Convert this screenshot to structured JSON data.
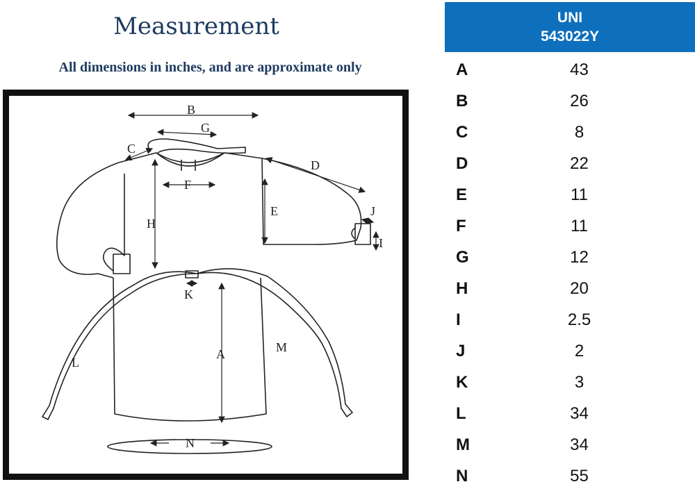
{
  "header": {
    "title": "Measurement",
    "subtitle": "All dimensions in inches, and are approximate only"
  },
  "table": {
    "column_header_line1": "UNI",
    "column_header_line2": "543022Y",
    "header_color": "#0e6fbd",
    "rows": [
      {
        "letter": "A",
        "value": "43"
      },
      {
        "letter": "B",
        "value": "26"
      },
      {
        "letter": "C",
        "value": "8"
      },
      {
        "letter": "D",
        "value": "22"
      },
      {
        "letter": "E",
        "value": "11"
      },
      {
        "letter": "F",
        "value": "11"
      },
      {
        "letter": "G",
        "value": "12"
      },
      {
        "letter": "H",
        "value": "20"
      },
      {
        "letter": "I",
        "value": "2.5"
      },
      {
        "letter": "J",
        "value": "2"
      },
      {
        "letter": "K",
        "value": "3"
      },
      {
        "letter": "L",
        "value": "34"
      },
      {
        "letter": "M",
        "value": "34"
      },
      {
        "letter": "N",
        "value": "55"
      }
    ]
  },
  "diagram": {
    "labels": {
      "A": "A",
      "B": "B",
      "C": "C",
      "D": "D",
      "E": "E",
      "F": "F",
      "G": "G",
      "H": "H",
      "I": "I",
      "J": "J",
      "K": "K",
      "L": "L",
      "M": "M",
      "N": "N"
    }
  }
}
